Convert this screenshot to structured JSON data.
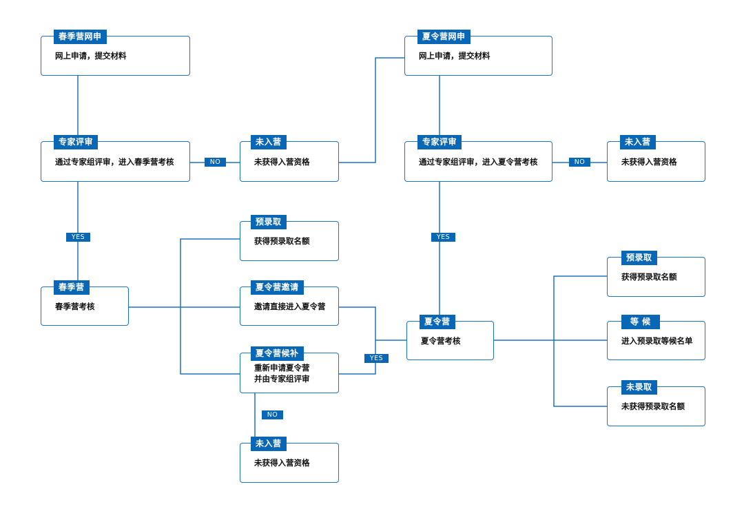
{
  "nodes": {
    "spring_apply": {
      "title": "春季营网申",
      "body": "网上申请，提交材料"
    },
    "spring_review": {
      "title": "专家评审",
      "body": "通过专家组评审，进入春季营考核"
    },
    "spring_reject": {
      "title": "未入营",
      "body": "未获得入营资格"
    },
    "spring_camp": {
      "title": "春季营",
      "body": "春季营考核"
    },
    "pre_admit_1": {
      "title": "预录取",
      "body": "获得预录取名额"
    },
    "summer_invite": {
      "title": "夏令营邀请",
      "body": "邀请直接进入夏令营"
    },
    "summer_waitlist": {
      "title": "夏令营候补",
      "body": "重新申请夏令营\n并由专家组评审"
    },
    "waitlist_reject": {
      "title": "未入营",
      "body": "未获得入营资格"
    },
    "summer_apply": {
      "title": "夏令营网申",
      "body": "网上申请，提交材料"
    },
    "summer_review": {
      "title": "专家评审",
      "body": "通过专家组评审，进入夏令营考核"
    },
    "summer_reject": {
      "title": "未入营",
      "body": "未获得入营资格"
    },
    "summer_camp": {
      "title": "夏令营",
      "body": "夏令营考核"
    },
    "pre_admit_2": {
      "title": "预录取",
      "body": "获得预录取名额"
    },
    "waiting": {
      "title": "等  候",
      "body": "进入预录取等候名单"
    },
    "not_admitted": {
      "title": "未录取",
      "body": "未获得预录取名额"
    }
  },
  "labels": {
    "no": "NO",
    "yes": "YES"
  }
}
